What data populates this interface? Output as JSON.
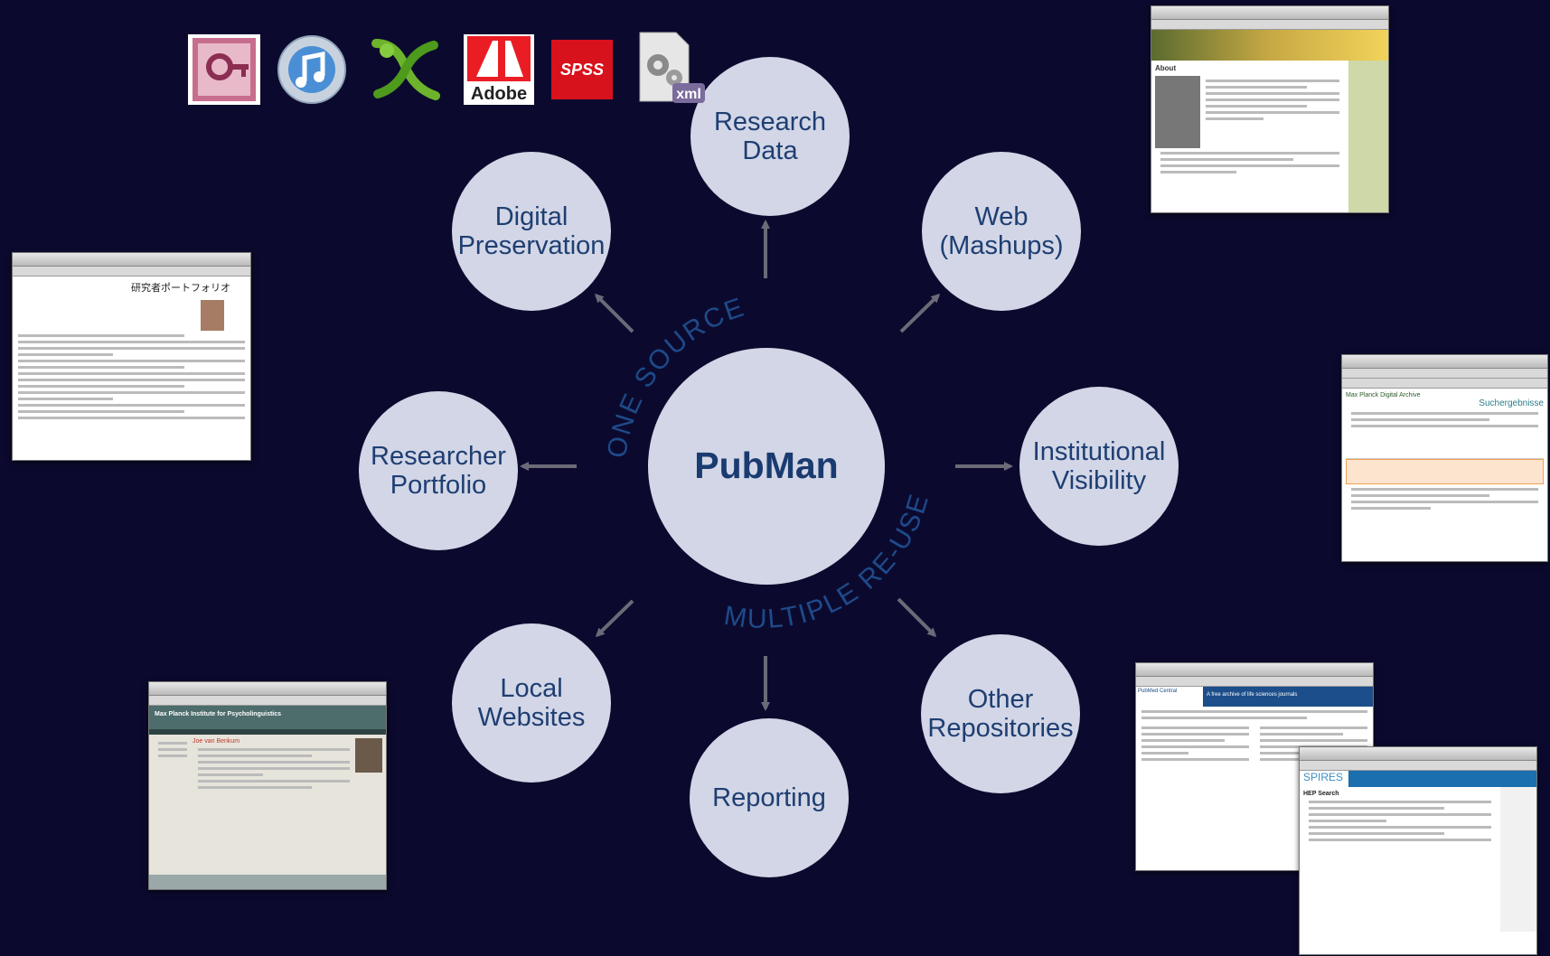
{
  "center": {
    "label": "PubMan"
  },
  "nodes": {
    "research_data": "Research\nData",
    "web_mashups": "Web\n(Mashups)",
    "institutional_visibility": "Institutional\nVisibility",
    "other_repositories": "Other\nRepositories",
    "reporting": "Reporting",
    "local_websites": "Local\nWebsites",
    "researcher_portfolio": "Researcher\nPortfolio",
    "digital_preservation": "Digital\nPreservation"
  },
  "arc_text": {
    "top": "ONE SOURCE",
    "bottom": "MULTIPLE RE-USE"
  },
  "app_icons": [
    {
      "name": "access-key-icon"
    },
    {
      "name": "itunes-icon"
    },
    {
      "name": "xara-icon"
    },
    {
      "name": "adobe-icon",
      "label": "Adobe"
    },
    {
      "name": "spss-icon",
      "label": "SPSS"
    },
    {
      "name": "xml-gears-icon",
      "label": "xml"
    }
  ],
  "screenshots": {
    "portfolio": {
      "heading": "研究者ポートフォリオ"
    },
    "mpi": {
      "banner": "Max Planck Institute for Psycholinguistics",
      "person": "Joe van Benkum"
    },
    "search": {
      "results": "Suchergebnisse",
      "archive": "Max Planck Digital Archive"
    },
    "pmc": {
      "brand": "PubMed Central",
      "tagline": "A free archive of life sciences journals"
    },
    "spires": {
      "brand": "SPIRES",
      "title": "HEP Search"
    },
    "about": {
      "heading": "About"
    }
  },
  "colors": {
    "background": "#0b0a2e",
    "circle": "#d2d6e6",
    "circle_text": "#1e3e72",
    "arc_text": "#1e4a8a",
    "arrow": "#6b6b78"
  }
}
